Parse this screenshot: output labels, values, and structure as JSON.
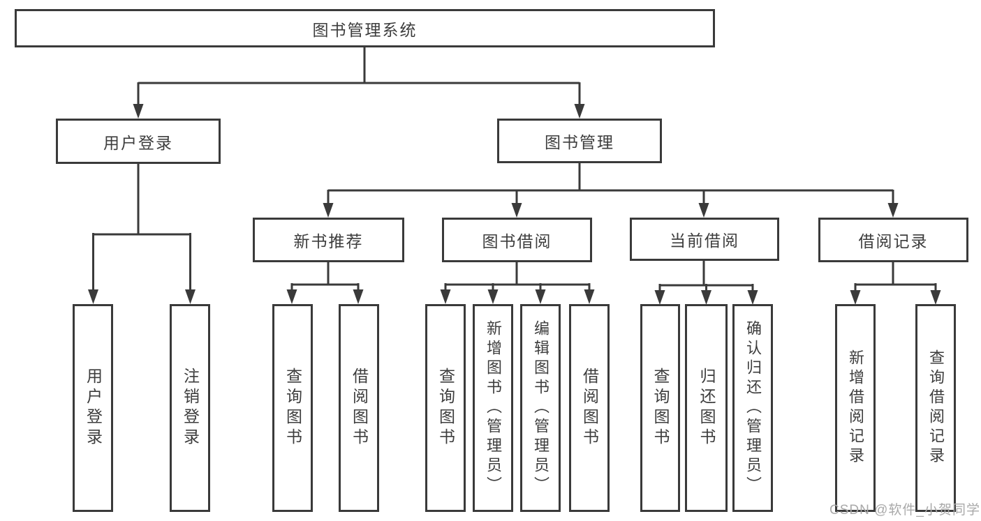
{
  "diagram_type": "functional-structure-tree",
  "colors": {
    "line": "#3a3a3a",
    "box_border": "#3a3a3a",
    "text": "#3d3d3d",
    "background": "#ffffff",
    "watermark": "#a9a9a9"
  },
  "tree": {
    "label": "图书管理系统",
    "children": [
      {
        "label": "用户登录",
        "children": [
          {
            "label": "用户登录"
          },
          {
            "label": "注销登录"
          }
        ]
      },
      {
        "label": "图书管理",
        "children": [
          {
            "label": "新书推荐",
            "children": [
              {
                "label": "查询图书"
              },
              {
                "label": "借阅图书"
              }
            ]
          },
          {
            "label": "图书借阅",
            "children": [
              {
                "label": "查询图书"
              },
              {
                "label": "新增图书（管理员）"
              },
              {
                "label": "编辑图书（管理员）"
              },
              {
                "label": "借阅图书"
              }
            ]
          },
          {
            "label": "当前借阅",
            "children": [
              {
                "label": "查询图书"
              },
              {
                "label": "归还图书"
              },
              {
                "label": "确认归还（管理员）"
              }
            ]
          },
          {
            "label": "借阅记录",
            "children": [
              {
                "label": "新增借阅记录"
              },
              {
                "label": "查询借阅记录"
              }
            ]
          }
        ]
      }
    ]
  },
  "watermark": {
    "text": "CSDN @软件_小贺同学"
  }
}
